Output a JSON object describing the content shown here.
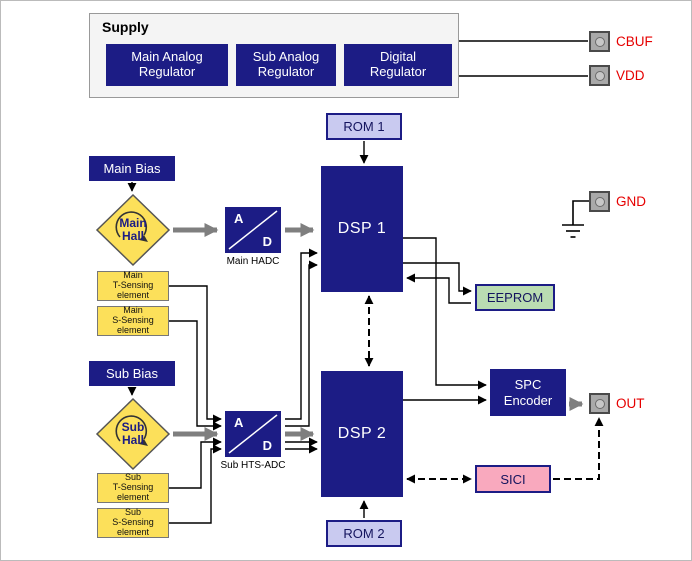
{
  "supply": {
    "title": "Supply",
    "regulators": [
      {
        "label": "Main Analog\nRegulator"
      },
      {
        "label": "Sub Analog\nRegulator"
      },
      {
        "label": "Digital\nRegulator"
      }
    ]
  },
  "pads": {
    "cbuf": "CBUF",
    "vdd": "VDD",
    "gnd": "GND",
    "out": "OUT"
  },
  "blocks": {
    "rom1": "ROM 1",
    "rom2": "ROM 2",
    "dsp1": "DSP 1",
    "dsp2": "DSP 2",
    "main_bias": "Main Bias",
    "sub_bias": "Sub Bias",
    "main_hall": "Main\nHall",
    "sub_hall": "Sub\nHall",
    "adc1": {
      "letter_a": "A",
      "letter_d": "D",
      "caption": "Main HADC"
    },
    "adc2": {
      "letter_a": "A",
      "letter_d": "D",
      "caption": "Sub HTS-ADC"
    },
    "eeprom": "EEPROM",
    "spc_encoder": "SPC\nEncoder",
    "sici": "SICI",
    "main_t_sensing": "Main\nT-Sensing\nelement",
    "main_s_sensing": "Main\nS-Sensing\nelement",
    "sub_t_sensing": "Sub\nT-Sensing\nelement",
    "sub_s_sensing": "Sub\nS-Sensing\nelement"
  },
  "colors": {
    "navy": "#1c1c85",
    "yellow": "#fce05a",
    "lavender": "#c9caf0",
    "green": "#badcb2",
    "pink": "#f9a9be",
    "pad_label_red": "#e60000",
    "thick_arrow_gray": "#7f7f7f",
    "supply_bg": "#f4f4f4"
  }
}
